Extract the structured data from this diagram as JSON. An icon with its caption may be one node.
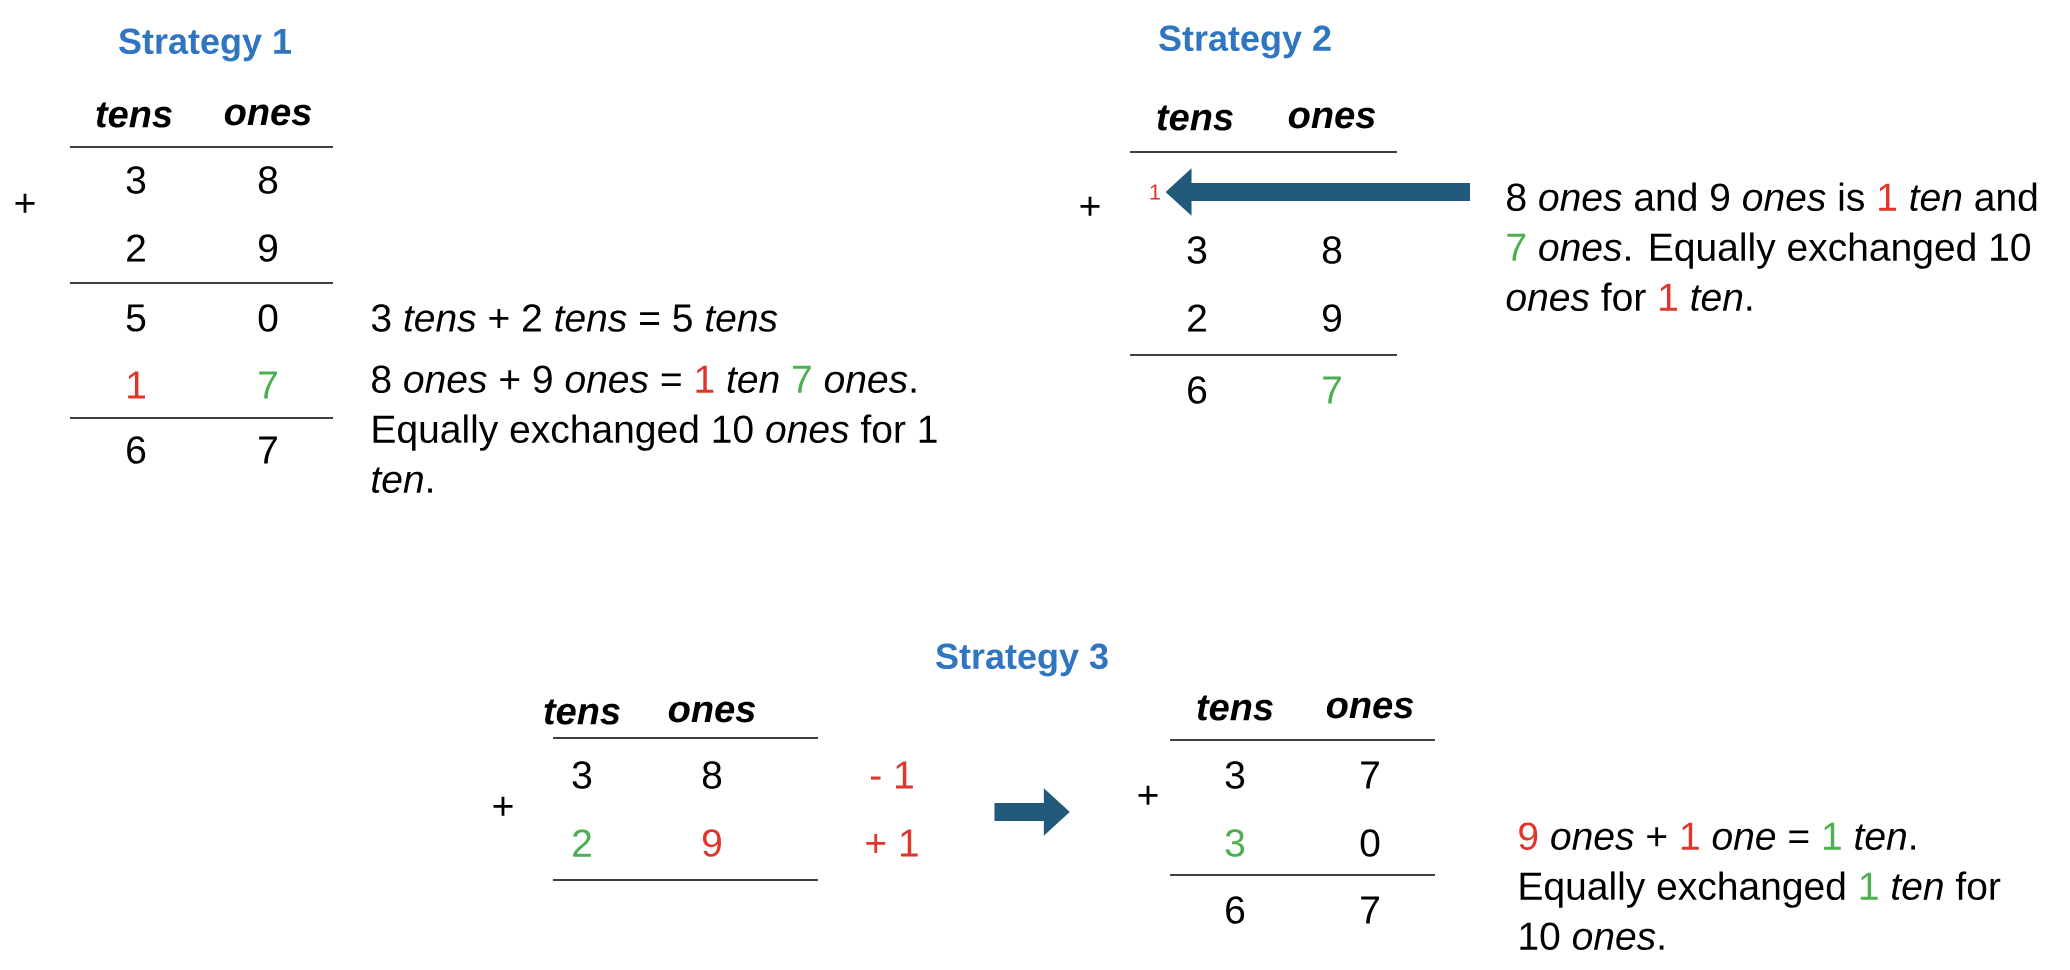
{
  "diagram": {
    "nodes": [
      {
        "text": [
          "8 *ones* and 9 *ones* is 1 *ten* and 7 *ones*. Equally exchanged 10 *ones* for 1 *ten*."
        ]
      },
      {
        "text": [
          "1"
        ]
      },
      {
        "text": [
          "tens",
          "ones",
          "+",
          "3",
          "8",
          "2",
          "9",
          "- 1",
          "+ 1"
        ]
      },
      {
        "text": [
          "tens",
          "ones",
          "+",
          "3",
          "7",
          "3",
          "0",
          "6",
          "7"
        ]
      }
    ],
    "edges": [
      {
        "from": 0,
        "to": 1,
        "arrow": "to"
      },
      {
        "from": 2,
        "to": 3,
        "arrow": "to"
      }
    ],
    "labels": [
      "Strategy 1",
      "tens",
      "ones",
      "+",
      "3",
      "8",
      "2",
      "9",
      "5",
      "0",
      "3 *tens* + 2 *tens* = 5 *tens*",
      "1",
      "7",
      "8 *ones* + 9 *ones* = 1 *ten* 7 *ones*. Equally exchanged 10 *ones* for 1 *ten*.",
      "6",
      "7",
      "Strategy 2",
      "tens",
      "ones",
      "+",
      "3",
      "8",
      "2",
      "9",
      "6",
      "7",
      "Strategy 3",
      "9 *ones* + 1 *one* = 1 *ten*. Equally exchanged 1 *ten* for 10 *ones*."
    ]
  }
}
